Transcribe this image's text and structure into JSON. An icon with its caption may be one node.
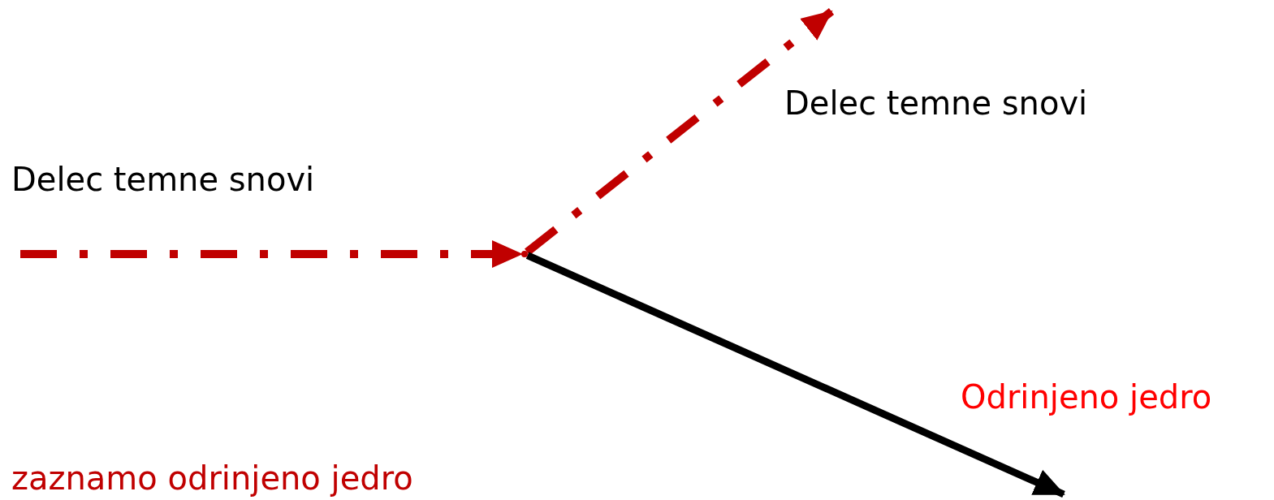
{
  "diagram": {
    "nodes": [
      {
        "text": [
          "Delec temne snovi"
        ]
      },
      {
        "text": [],
        "shape": "point"
      },
      {
        "text": [
          "Delec temne snovi"
        ]
      },
      {
        "text": [
          "Odrinjeno jedro"
        ]
      }
    ],
    "edges": [
      {
        "from": null,
        "to": 1,
        "arrow": "to",
        "style": "dashed",
        "color": "#c00000"
      },
      {
        "from": 1,
        "to": null,
        "arrow": "to",
        "style": "dashed",
        "color": "#c00000"
      },
      {
        "from": 1,
        "to": null,
        "arrow": "to",
        "color": "#000000"
      }
    ],
    "labels": [
      "zaznamo odrinjeno jedro"
    ]
  }
}
